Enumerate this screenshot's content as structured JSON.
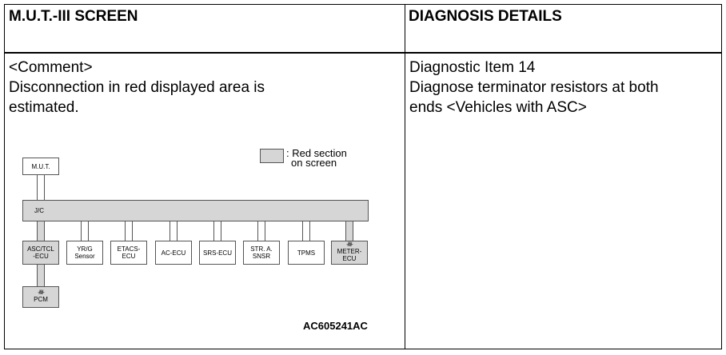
{
  "table": {
    "left_header": "M.U.T.-III SCREEN",
    "right_header": "DIAGNOSIS DETAILS"
  },
  "left_body": {
    "comment_tag": "<Comment>",
    "line1": "Disconnection in red displayed area is",
    "line2": "estimated."
  },
  "right_body": {
    "item": "Diagnostic Item 14",
    "line1": "Diagnose terminator resistors at both",
    "line2": "ends <Vehicles with ASC>"
  },
  "diagram": {
    "legend_line1": ": Red section",
    "legend_line2": "on screen",
    "mut": "M.U.T.",
    "jc": "J/C",
    "resistor": "-/\\/\\/-",
    "ecus": [
      {
        "line1": "ASC/TCL",
        "line2": "-ECU"
      },
      {
        "line1": "YR/G",
        "line2": "Sensor"
      },
      {
        "line1": "ETACS-",
        "line2": "ECU"
      },
      {
        "line1": "AC-ECU",
        "line2": ""
      },
      {
        "line1": "SRS-ECU",
        "line2": ""
      },
      {
        "line1": "STR. A.",
        "line2": "SNSR"
      },
      {
        "line1": "TPMS",
        "line2": ""
      },
      {
        "line1": "METER-",
        "line2": "ECU"
      }
    ],
    "pcm": "PCM",
    "code": "AC605241AC"
  },
  "colors": {
    "highlight": "#d6d6d6",
    "border": "#000000"
  }
}
